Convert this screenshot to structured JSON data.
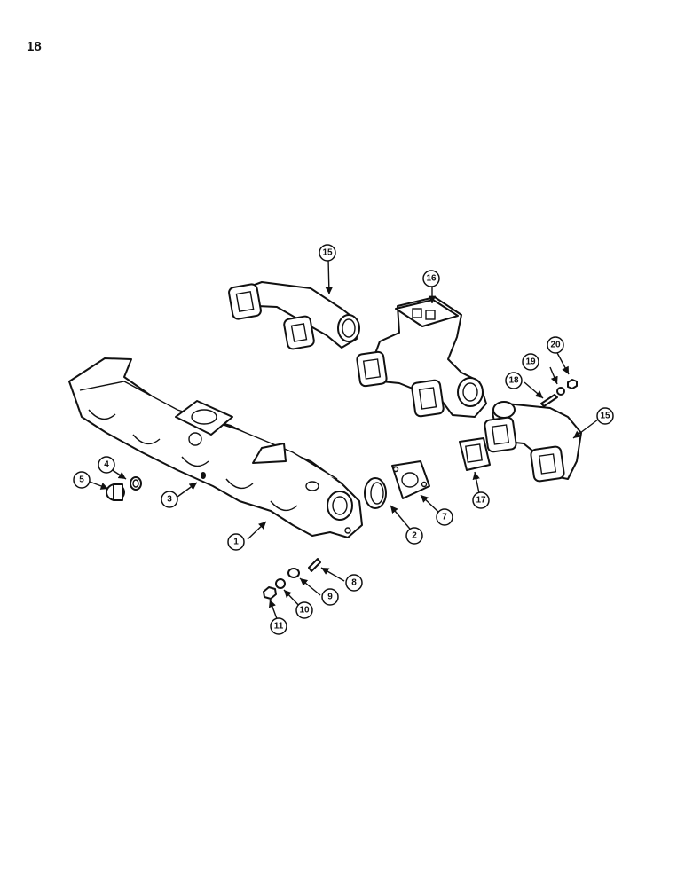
{
  "page": {
    "number": "18"
  },
  "callouts": [
    {
      "id": "c1",
      "label": "1"
    },
    {
      "id": "c2",
      "label": "2"
    },
    {
      "id": "c3",
      "label": "3"
    },
    {
      "id": "c4",
      "label": "4"
    },
    {
      "id": "c5",
      "label": "5"
    },
    {
      "id": "c7",
      "label": "7"
    },
    {
      "id": "c8",
      "label": "8"
    },
    {
      "id": "c9",
      "label": "9"
    },
    {
      "id": "c10",
      "label": "10"
    },
    {
      "id": "c11",
      "label": "11"
    },
    {
      "id": "c15a",
      "label": "15"
    },
    {
      "id": "c15b",
      "label": "15"
    },
    {
      "id": "c16",
      "label": "16"
    },
    {
      "id": "c17",
      "label": "17"
    },
    {
      "id": "c18",
      "label": "18"
    },
    {
      "id": "c19",
      "label": "19"
    },
    {
      "id": "c20",
      "label": "20"
    }
  ]
}
